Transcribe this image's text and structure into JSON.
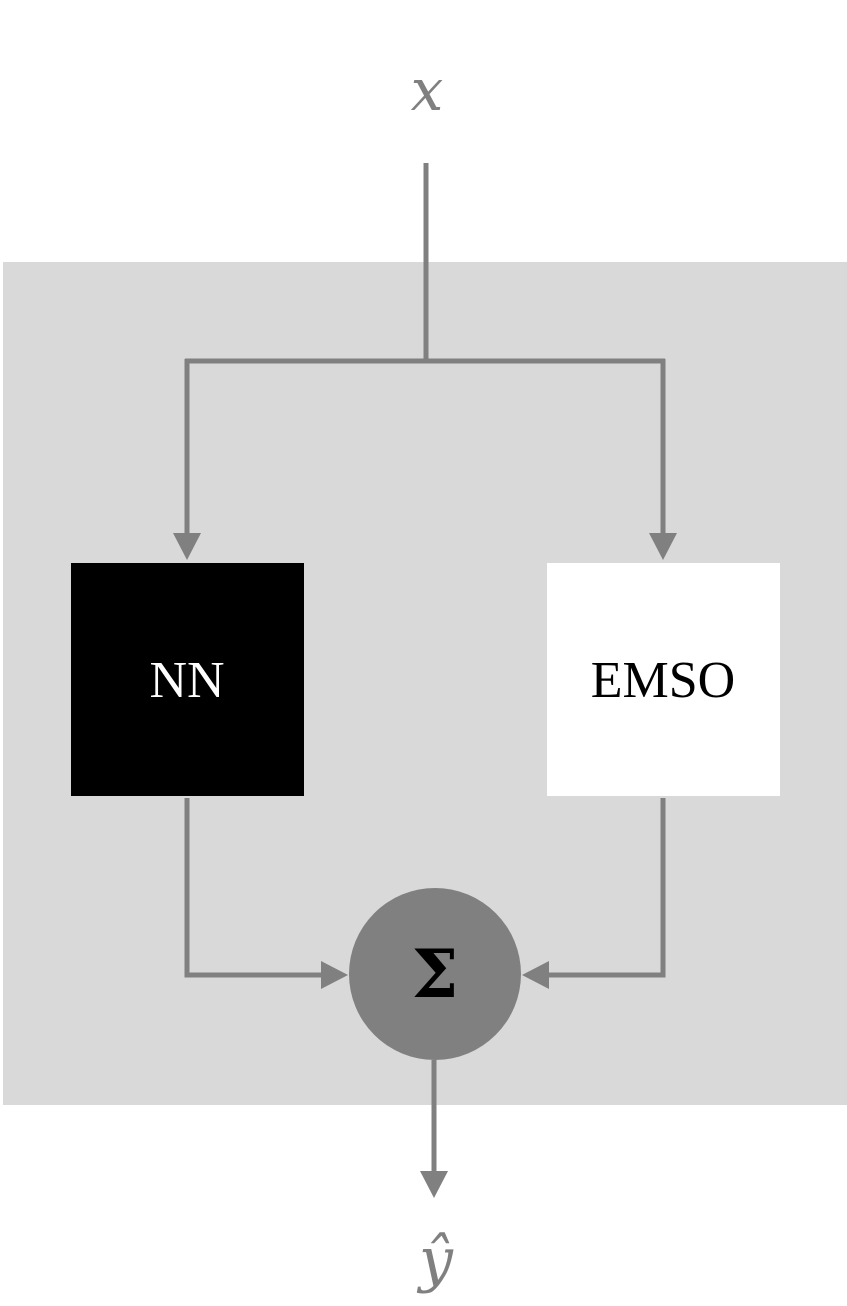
{
  "diagram": {
    "input_label": "x",
    "output_label": "ŷ",
    "colors": {
      "panel": "#d9d9d9",
      "connector": "#808080",
      "label_gray": "#808080",
      "nn_fill": "#000000",
      "nn_text": "#ffffff",
      "emso_fill": "#ffffff",
      "emso_text": "#000000",
      "sum_fill": "#808080",
      "sum_text": "#000000"
    },
    "nodes": {
      "nn": {
        "label": "NN"
      },
      "emso": {
        "label": "EMSO"
      },
      "sum": {
        "label": "Σ"
      }
    }
  }
}
